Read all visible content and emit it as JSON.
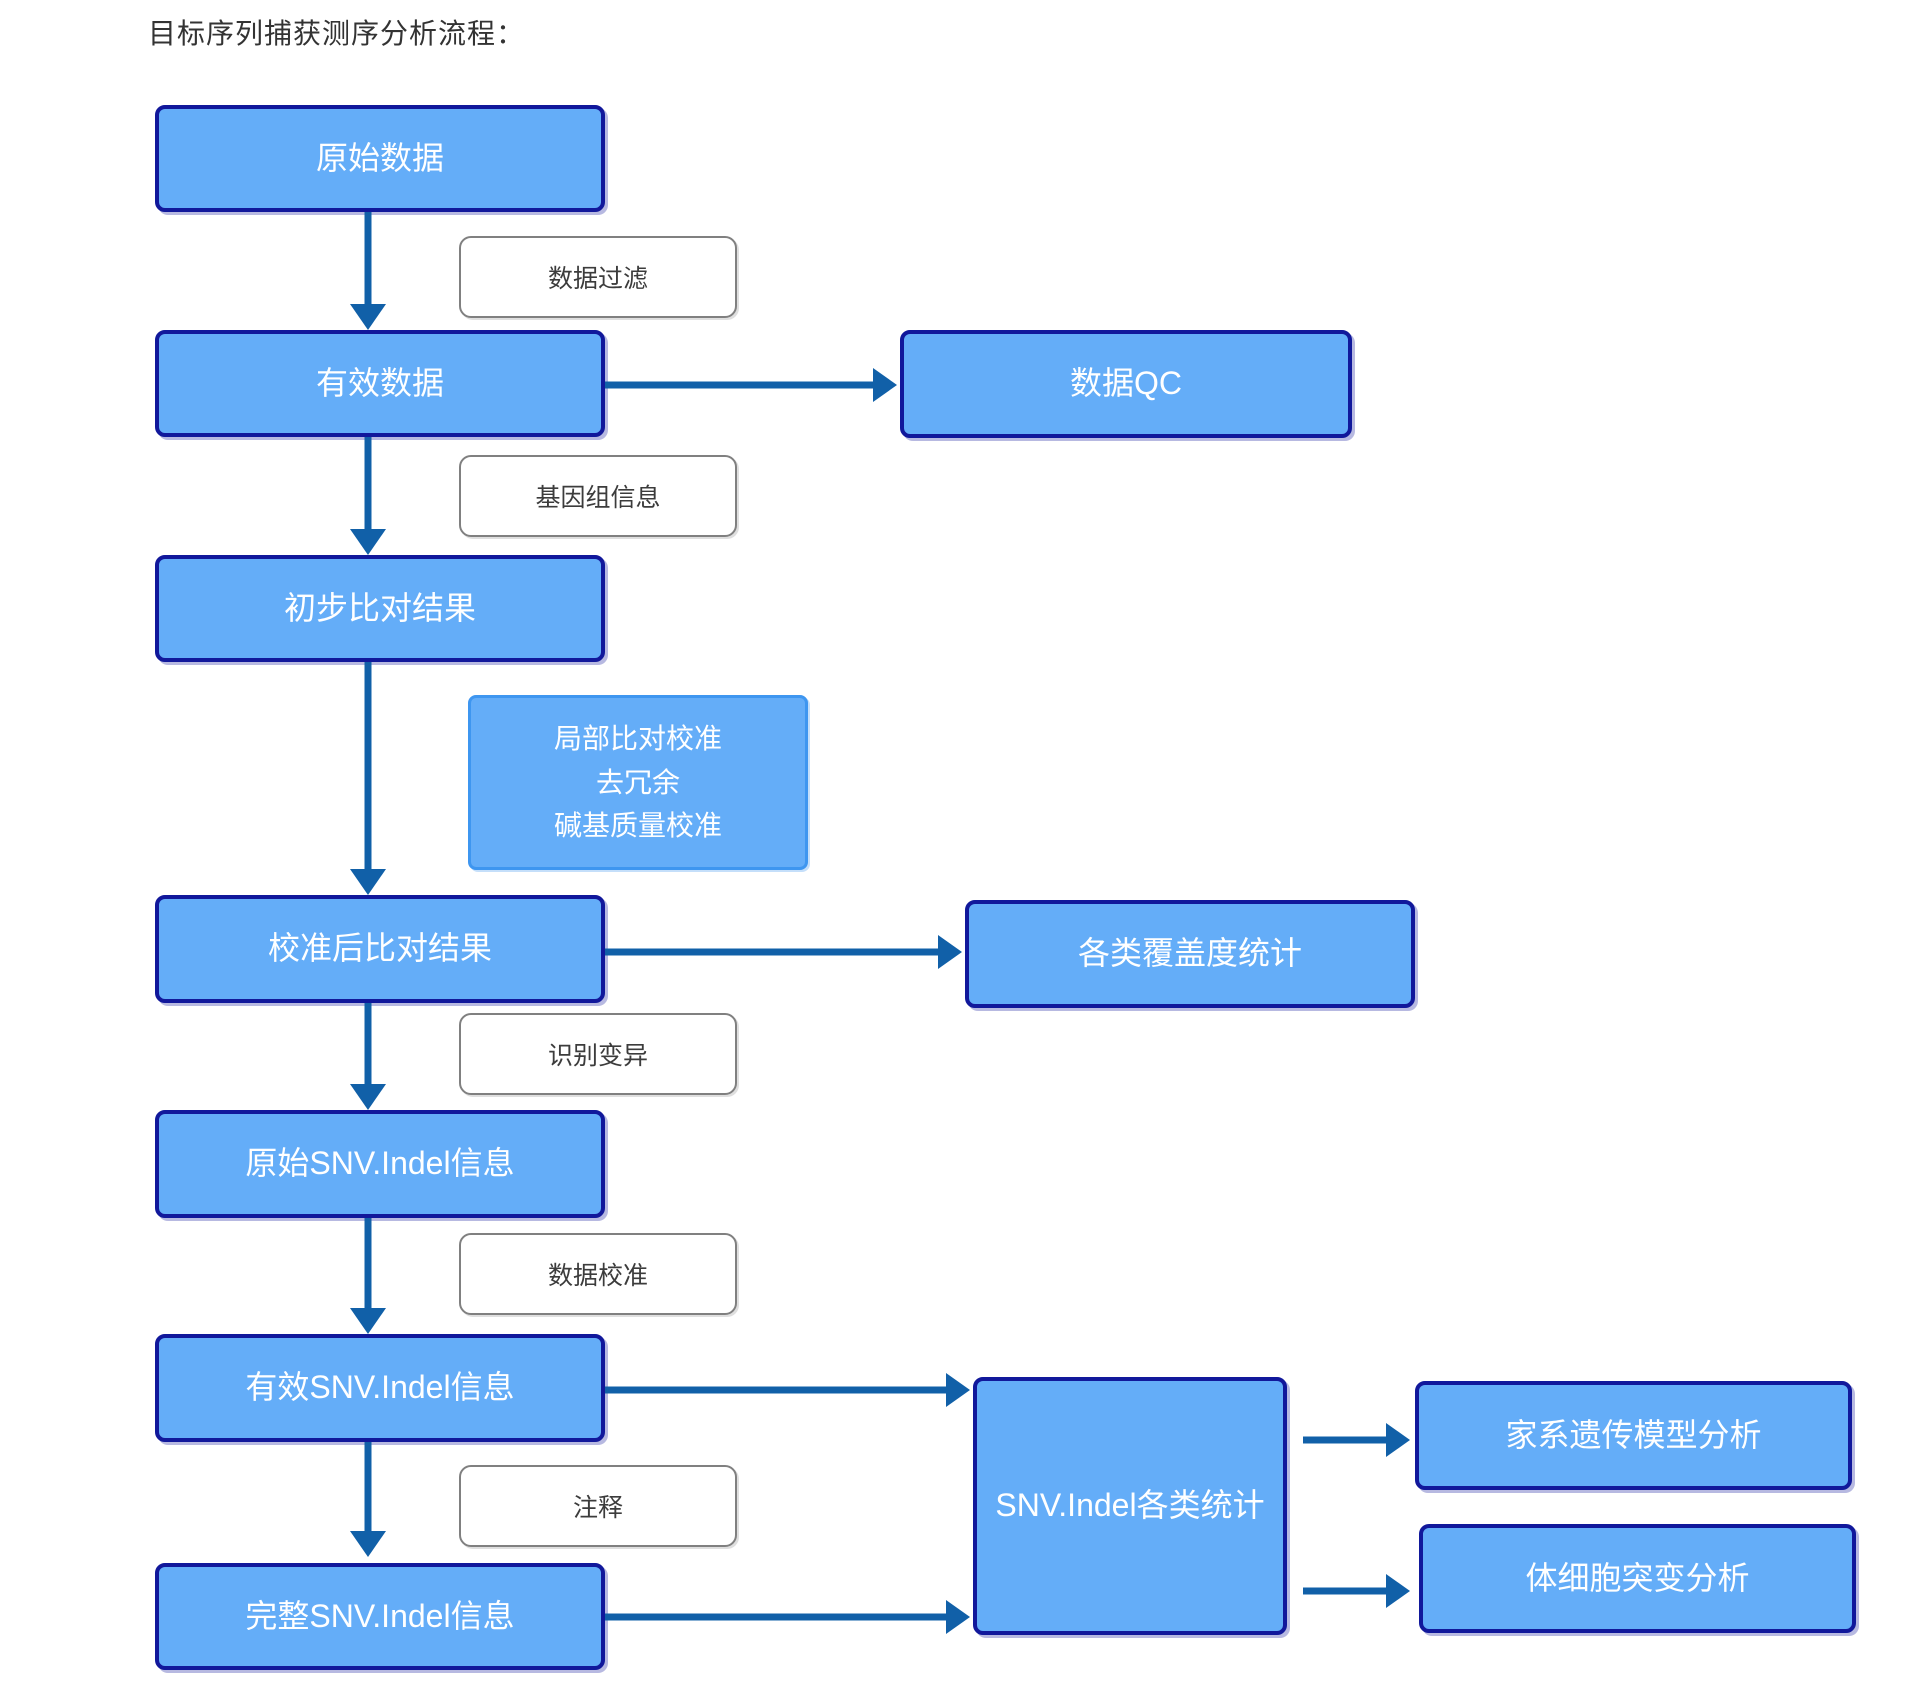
{
  "title": "目标序列捕获测序分析流程：",
  "colors": {
    "node_fill": "#64ADF8",
    "node_border": "#11189B",
    "process_border": "#3E96F0",
    "label_border": "#808080",
    "label_text": "#3C3C3C",
    "node_text": "#FFFFFF",
    "arrow": "#1160A8",
    "title_text": "#333333",
    "page_bg": "#FFFFFF"
  },
  "flowchart": {
    "nodes": {
      "raw_data": "原始数据",
      "valid_data": "有效数据",
      "data_qc": "数据QC",
      "initial_alignment": "初步比对结果",
      "calibrated_alignment": "校准后比对结果",
      "coverage_stats": "各类覆盖度统计",
      "raw_snv_indel": "原始SNV.Indel信息",
      "valid_snv_indel": "有效SNV.Indel信息",
      "complete_snv_indel": "完整SNV.Indel信息",
      "snv_indel_stats": "SNV.Indel各类统计",
      "pedigree_model": "家系遗传模型分析",
      "somatic_mutation": "体细胞突变分析"
    },
    "step_labels": {
      "data_filter": "数据过滤",
      "genome_info": "基因组信息",
      "local_realignment": "局部比对校准\n去冗余\n碱基质量校准",
      "variant_calling": "识别变异",
      "data_calibration": "数据校准",
      "annotation": "注释"
    }
  }
}
